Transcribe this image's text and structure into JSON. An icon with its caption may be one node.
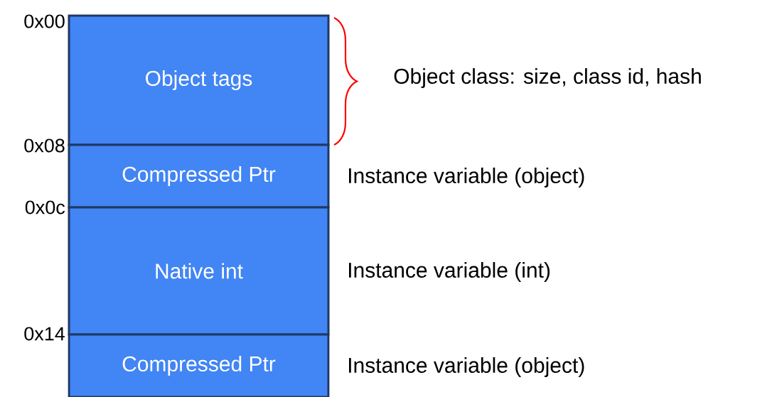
{
  "diagram": {
    "nodes": [
      {
        "text": [
          "Object tags"
        ],
        "beside": [
          "Object class: size, class id, hash"
        ]
      },
      {
        "text": [
          "Compressed Ptr"
        ],
        "beside": [
          "Instance variable (object)"
        ]
      },
      {
        "text": [
          "Native int"
        ],
        "beside": [
          "Instance variable (int)"
        ]
      },
      {
        "text": [
          "Compressed Ptr"
        ],
        "beside": [
          "Instance variable (object)"
        ]
      }
    ],
    "labels": [
      "0x00",
      "0x08",
      "0x0c",
      "0x14"
    ]
  }
}
